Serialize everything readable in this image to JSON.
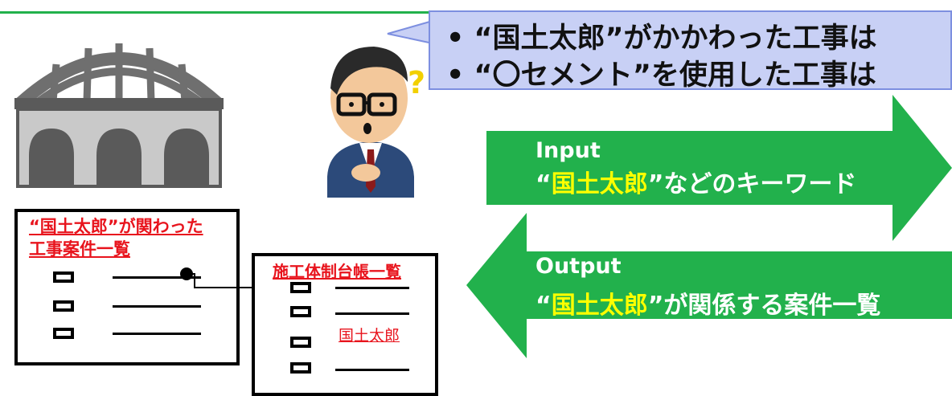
{
  "callout": {
    "line1": "• “国土太郎”がかかわった工事は",
    "line2": "• “〇セメント”を使用した工事は"
  },
  "input_arrow": {
    "label": "Input",
    "kw_open": "“",
    "kw": "国土太郎",
    "kw_rest": "”などのキーワード"
  },
  "output_arrow": {
    "label": "Output",
    "kw_open": "“",
    "kw": "国土太郎",
    "kw_rest": "”が関係する案件一覧"
  },
  "doc_left": {
    "title_line1": "“国土太郎”が関わった",
    "title_line2": "工事案件一覧"
  },
  "doc_right": {
    "title": "施工体制台帳一覧",
    "name_entry": "国土太郎"
  },
  "colors": {
    "arrow_green": "#22b14c",
    "highlight_yellow": "#ffff00",
    "title_red": "#e8141d",
    "callout_bg": "#c8d0f5"
  },
  "icons": [
    "bridge-illustration",
    "thinking-man-illustration",
    "question-mark-icon"
  ]
}
